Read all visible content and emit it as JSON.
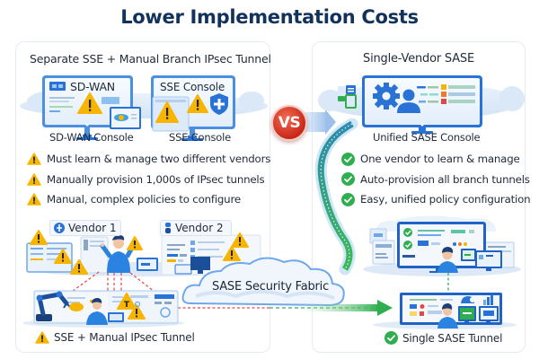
{
  "title": "Lower Implementation Costs",
  "left_panel": {
    "title": "Separate SSE + Manual Branch IPsec Tunnel",
    "consoles": [
      {
        "screen_label": "SD-WAN",
        "caption": "SD-WAN Console"
      },
      {
        "screen_label": "SSE Console",
        "caption": "SSE Console"
      }
    ],
    "bullets": [
      {
        "icon": "warning-icon",
        "text": "Must learn & manage two different vendors"
      },
      {
        "icon": "warning-icon",
        "text": "Manually provision 1,000s of IPsec tunnels"
      },
      {
        "icon": "warning-icon",
        "text": "Manual, complex policies to configure"
      }
    ],
    "vendors": [
      {
        "icon": "vendor-1-logo-icon",
        "label": "Vendor 1"
      },
      {
        "icon": "vendor-2-logo-icon",
        "label": "Vendor 2"
      }
    ],
    "footer": {
      "icon": "warning-icon",
      "text": "SSE + Manual IPsec Tunnel"
    }
  },
  "vs_badge": "VS",
  "right_panel": {
    "title": "Single-Vendor SASE",
    "console_caption": "Unified SASE Console",
    "bullets": [
      {
        "icon": "check-circle-icon",
        "text": "One vendor to learn & manage"
      },
      {
        "icon": "check-circle-icon",
        "text": "Auto-provision all branch tunnels"
      },
      {
        "icon": "check-circle-icon",
        "text": "Easy, unified policy configuration"
      }
    ],
    "footer": {
      "icon": "check-circle-icon",
      "text": "Single SASE Tunnel"
    }
  },
  "cloud": {
    "label": "SASE Security Fabric"
  },
  "colors": {
    "title": "#13325b",
    "warning": "#f7b500",
    "check": "#2fae4f",
    "monitor": "#2a73d6",
    "vs_red": "#d2321f",
    "dashed_red": "#e04848",
    "dashed_green": "#3aaa5a"
  }
}
